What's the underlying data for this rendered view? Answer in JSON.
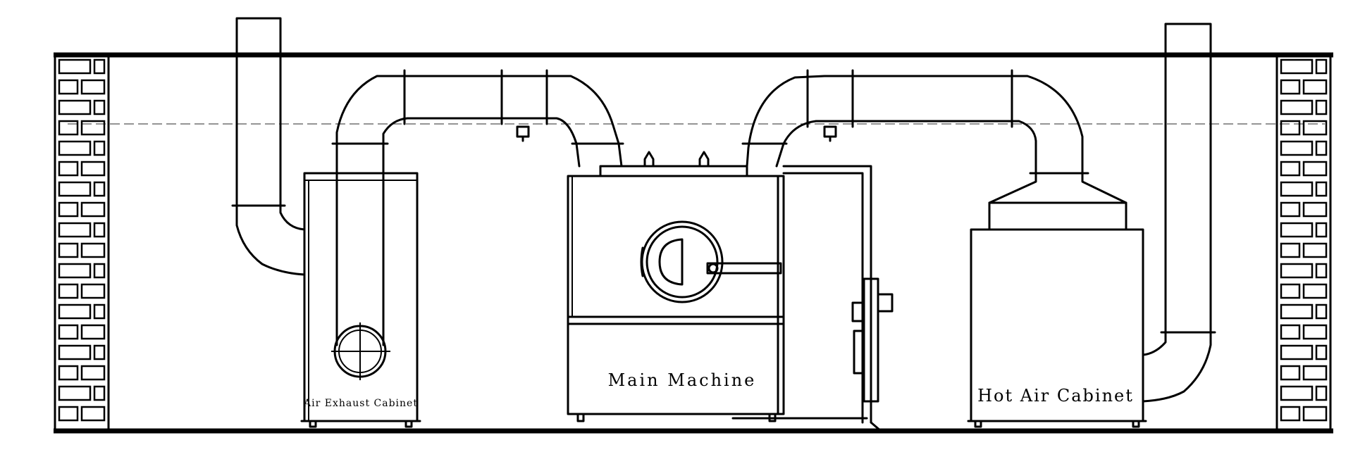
{
  "labels": {
    "air_exhaust_cabinet": "Air Exhaust Cabinet",
    "main_machine": "Main Machine",
    "hot_air_cabinet": "Hot Air Cabinet"
  },
  "colors": {
    "line": "#000000",
    "background": "#ffffff",
    "centerline": "#555555"
  }
}
